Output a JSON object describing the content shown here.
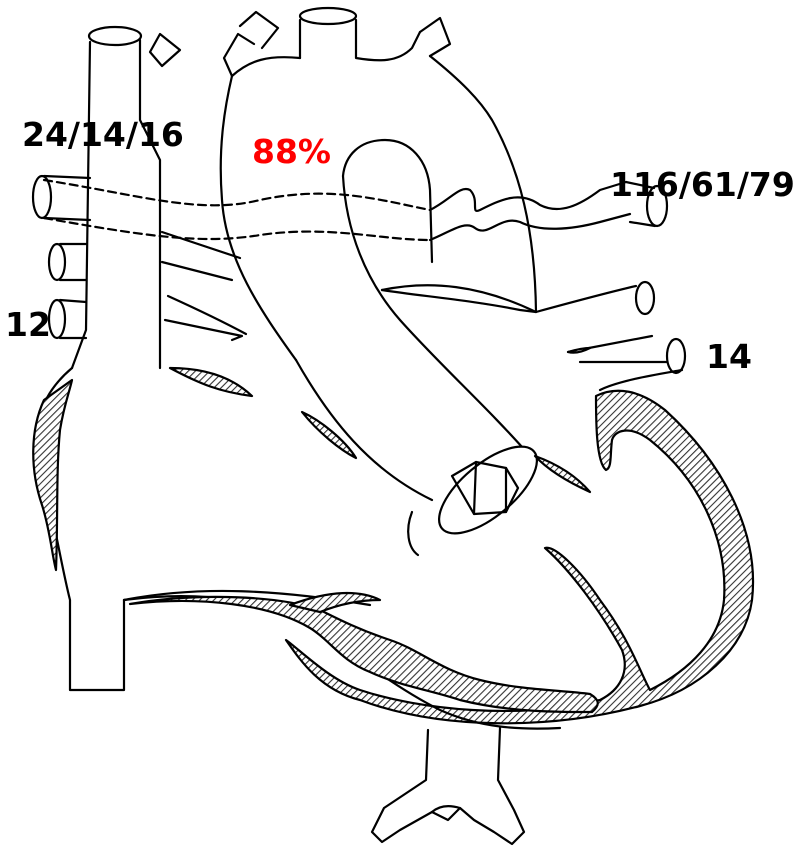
{
  "labels": {
    "svc_pressure": "24/14/16",
    "aorta_saturation": "88%",
    "pa_pressure": "116/61/79",
    "ra_pressure": "12",
    "la_pressure": "14"
  },
  "colors": {
    "line": "#000000",
    "background": "#ffffff",
    "highlight_label": "#ff0000",
    "label": "#000000",
    "hatch": "#555555"
  }
}
